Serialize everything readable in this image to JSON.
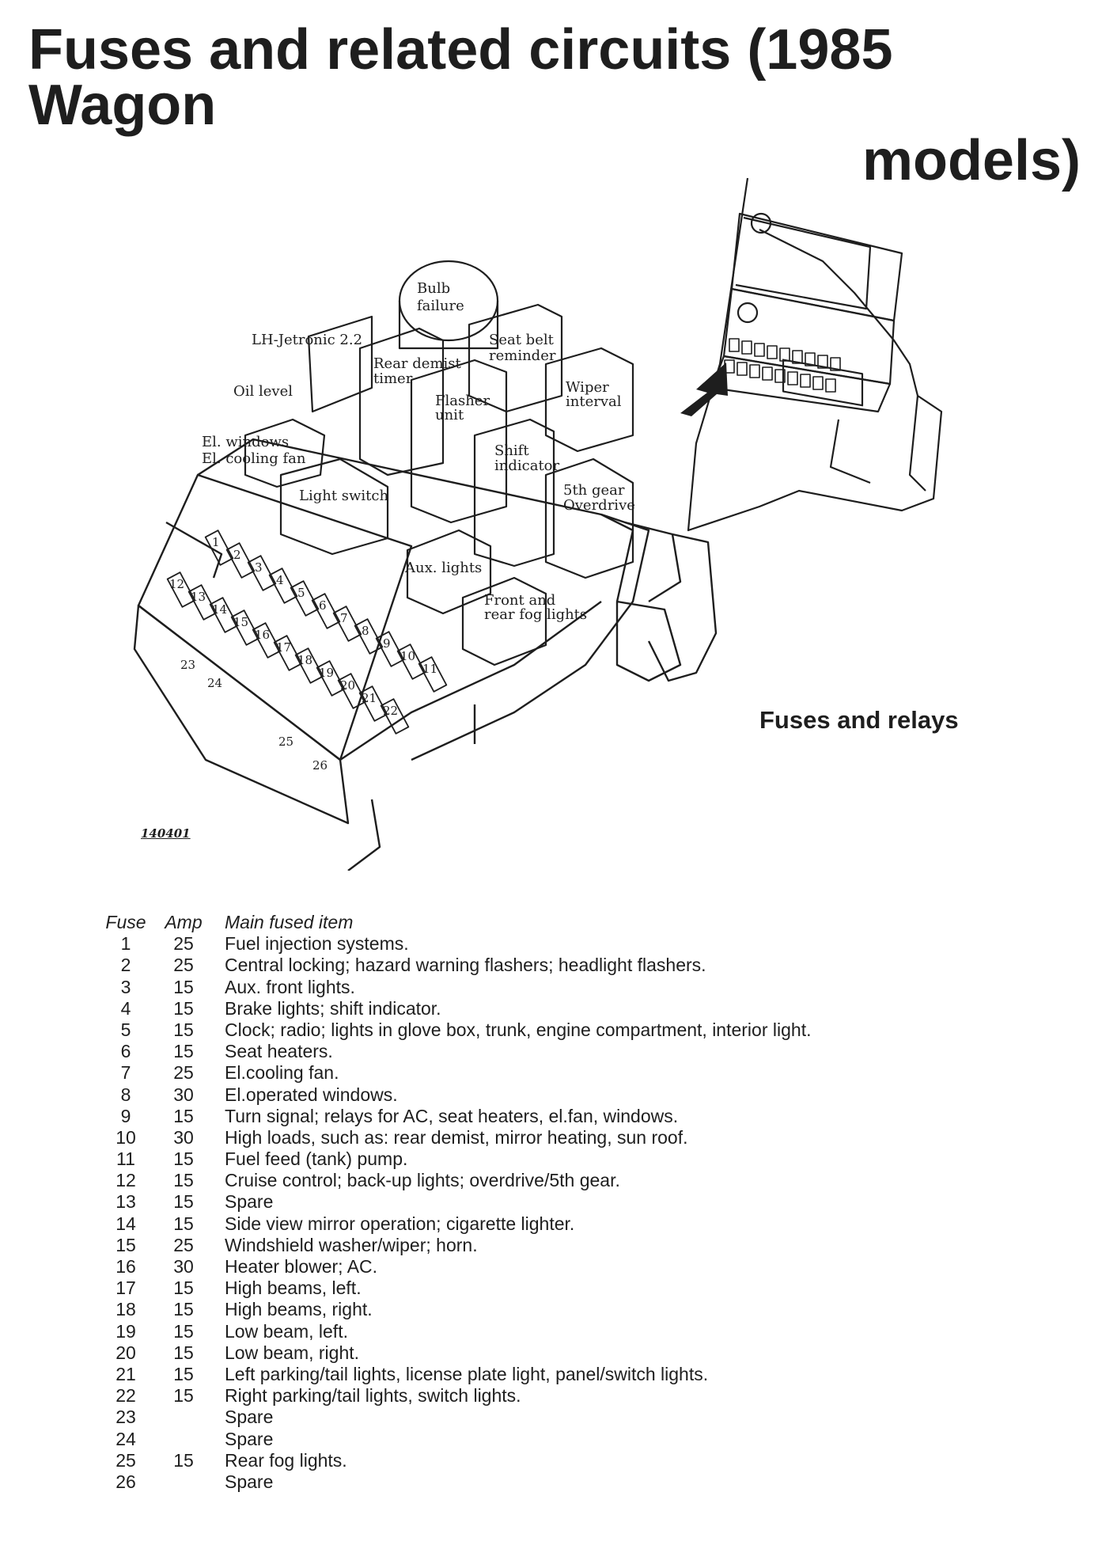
{
  "title": {
    "line1": "Fuses and related circuits (1985 Wagon",
    "line2": "models)"
  },
  "diagram": {
    "relays": [
      "Bulb",
      "failure",
      "LH-Jetronic 2.2",
      "Seat belt",
      "reminder",
      "Rear demist",
      "timer",
      "Oil level",
      "Wiper",
      "interval",
      "Flasher",
      "unit",
      "El. windows",
      "El. cooling fan",
      "Shift",
      "indicator",
      "Light switch",
      "5th gear",
      "Overdrive",
      "Aux. lights",
      "Front and",
      "rear fog lights"
    ],
    "fuse_numbers_upper": [
      "1",
      "2",
      "3",
      "4",
      "5",
      "6",
      "7",
      "8",
      "9",
      "10",
      "11"
    ],
    "fuse_numbers_lower": [
      "12",
      "13",
      "14",
      "15",
      "16",
      "17",
      "18",
      "19",
      "20",
      "21",
      "22"
    ],
    "fuse_numbers_extra": [
      "23",
      "24",
      "25",
      "26"
    ],
    "reference": "140401",
    "caption": "Fuses and relays"
  },
  "table": {
    "headers": {
      "fuse": "Fuse",
      "amp": "Amp",
      "item": "Main fused item"
    },
    "rows": [
      {
        "fuse": "1",
        "amp": "25",
        "item": "Fuel injection systems."
      },
      {
        "fuse": "2",
        "amp": "25",
        "item": "Central locking; hazard warning flashers; headlight flashers."
      },
      {
        "fuse": "3",
        "amp": "15",
        "item": "Aux. front lights."
      },
      {
        "fuse": "4",
        "amp": "15",
        "item": "Brake lights; shift indicator."
      },
      {
        "fuse": "5",
        "amp": "15",
        "item": "Clock; radio; lights in glove box, trunk, engine compartment, interior light."
      },
      {
        "fuse": "6",
        "amp": "15",
        "item": "Seat heaters."
      },
      {
        "fuse": "7",
        "amp": "25",
        "item": "El.cooling fan."
      },
      {
        "fuse": "8",
        "amp": "30",
        "item": "El.operated windows."
      },
      {
        "fuse": "9",
        "amp": "15",
        "item": "Turn signal; relays for AC, seat heaters, el.fan, windows."
      },
      {
        "fuse": "10",
        "amp": "30",
        "item": "High loads, such as: rear demist, mirror heating, sun roof."
      },
      {
        "fuse": "11",
        "amp": "15",
        "item": "Fuel feed (tank) pump."
      },
      {
        "fuse": "12",
        "amp": "15",
        "item": "Cruise control; back-up lights; overdrive/5th gear."
      },
      {
        "fuse": "13",
        "amp": "15",
        "item": "Spare"
      },
      {
        "fuse": "14",
        "amp": "15",
        "item": "Side view mirror operation; cigarette lighter."
      },
      {
        "fuse": "15",
        "amp": "25",
        "item": "Windshield washer/wiper; horn."
      },
      {
        "fuse": "16",
        "amp": "30",
        "item": "Heater blower; AC."
      },
      {
        "fuse": "17",
        "amp": "15",
        "item": "High beams, left."
      },
      {
        "fuse": "18",
        "amp": "15",
        "item": "High beams, right."
      },
      {
        "fuse": "19",
        "amp": "15",
        "item": "Low beam, left."
      },
      {
        "fuse": "20",
        "amp": "15",
        "item": "Low beam, right."
      },
      {
        "fuse": "21",
        "amp": "15",
        "item": "Left parking/tail lights, license plate light, panel/switch lights."
      },
      {
        "fuse": "22",
        "amp": "15",
        "item": "Right parking/tail lights, switch lights."
      },
      {
        "fuse": "23",
        "amp": "",
        "item": "Spare"
      },
      {
        "fuse": "24",
        "amp": "",
        "item": "Spare"
      },
      {
        "fuse": "25",
        "amp": "15",
        "item": "Rear fog lights."
      },
      {
        "fuse": "26",
        "amp": "",
        "item": "Spare"
      }
    ]
  }
}
